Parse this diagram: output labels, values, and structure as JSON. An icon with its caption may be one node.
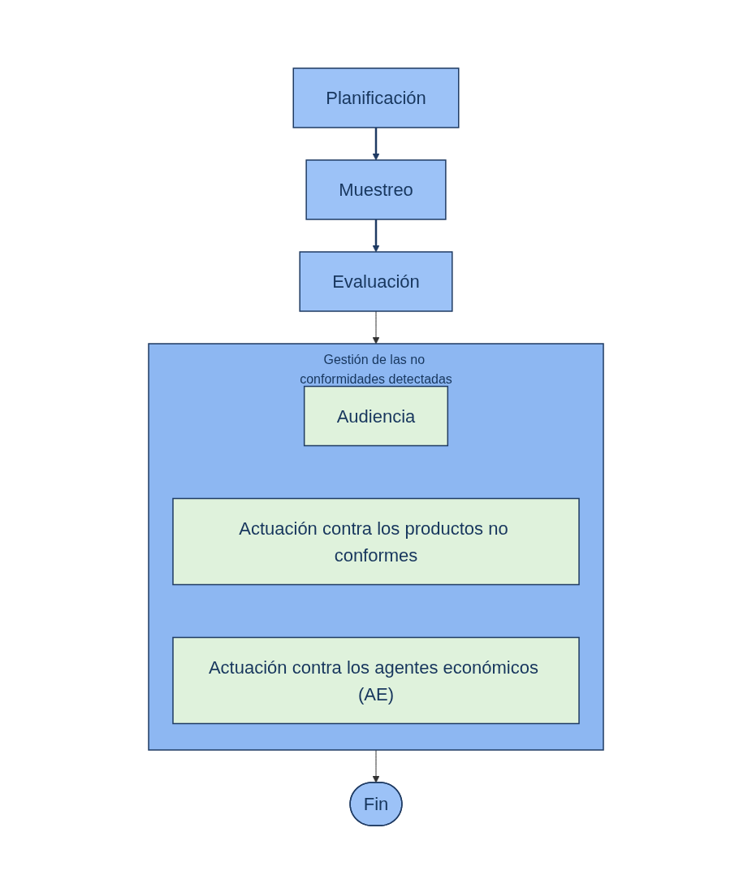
{
  "diagram": {
    "nodes": [
      {
        "text": [
          "Planificación"
        ]
      },
      {
        "text": [
          "Muestreo"
        ]
      },
      {
        "text": [
          "Evaluación"
        ]
      },
      {
        "text": [
          "Gestión de las no conformidades detectadas"
        ]
      },
      {
        "text": [
          "Audiencia"
        ],
        "in": 3
      },
      {
        "text": [
          "Actuación contra los productos no conformes"
        ],
        "in": 3
      },
      {
        "text": [
          "Actuación contra los agentes económicos (AE)"
        ],
        "in": 3
      },
      {
        "text": [
          "Fin"
        ]
      }
    ],
    "edges": [
      {
        "from": 0,
        "to": 1,
        "arrow": "to"
      },
      {
        "from": 1,
        "to": 2,
        "arrow": "to"
      },
      {
        "from": 2,
        "to": 3,
        "arrow": "to"
      },
      {
        "from": 3,
        "to": 7,
        "arrow": "to"
      }
    ]
  }
}
